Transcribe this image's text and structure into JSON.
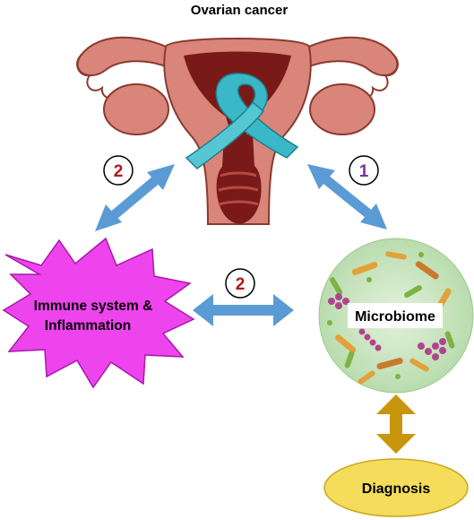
{
  "title": "Ovarian cancer",
  "nodes": {
    "immune": {
      "label_line1": "Immune system &",
      "label_line2": "Inflammation",
      "color": "#ee44ee"
    },
    "microbiome": {
      "label": "Microbiome",
      "color": "#c8e6c0"
    },
    "diagnosis": {
      "label": "Diagnosis",
      "color": "#f5dc5a"
    }
  },
  "badges": [
    {
      "id": "badge-left",
      "value": "2",
      "color": "#b01818"
    },
    {
      "id": "badge-center",
      "value": "2",
      "color": "#b01818"
    },
    {
      "id": "badge-right",
      "value": "1",
      "color": "#7b2fa0"
    }
  ],
  "arrows": {
    "link_color": "#5b9bd5",
    "diagnosis_color": "#c8960c"
  },
  "ribbon_color": "#3ab8c8",
  "uterus_color": "#d9857a"
}
